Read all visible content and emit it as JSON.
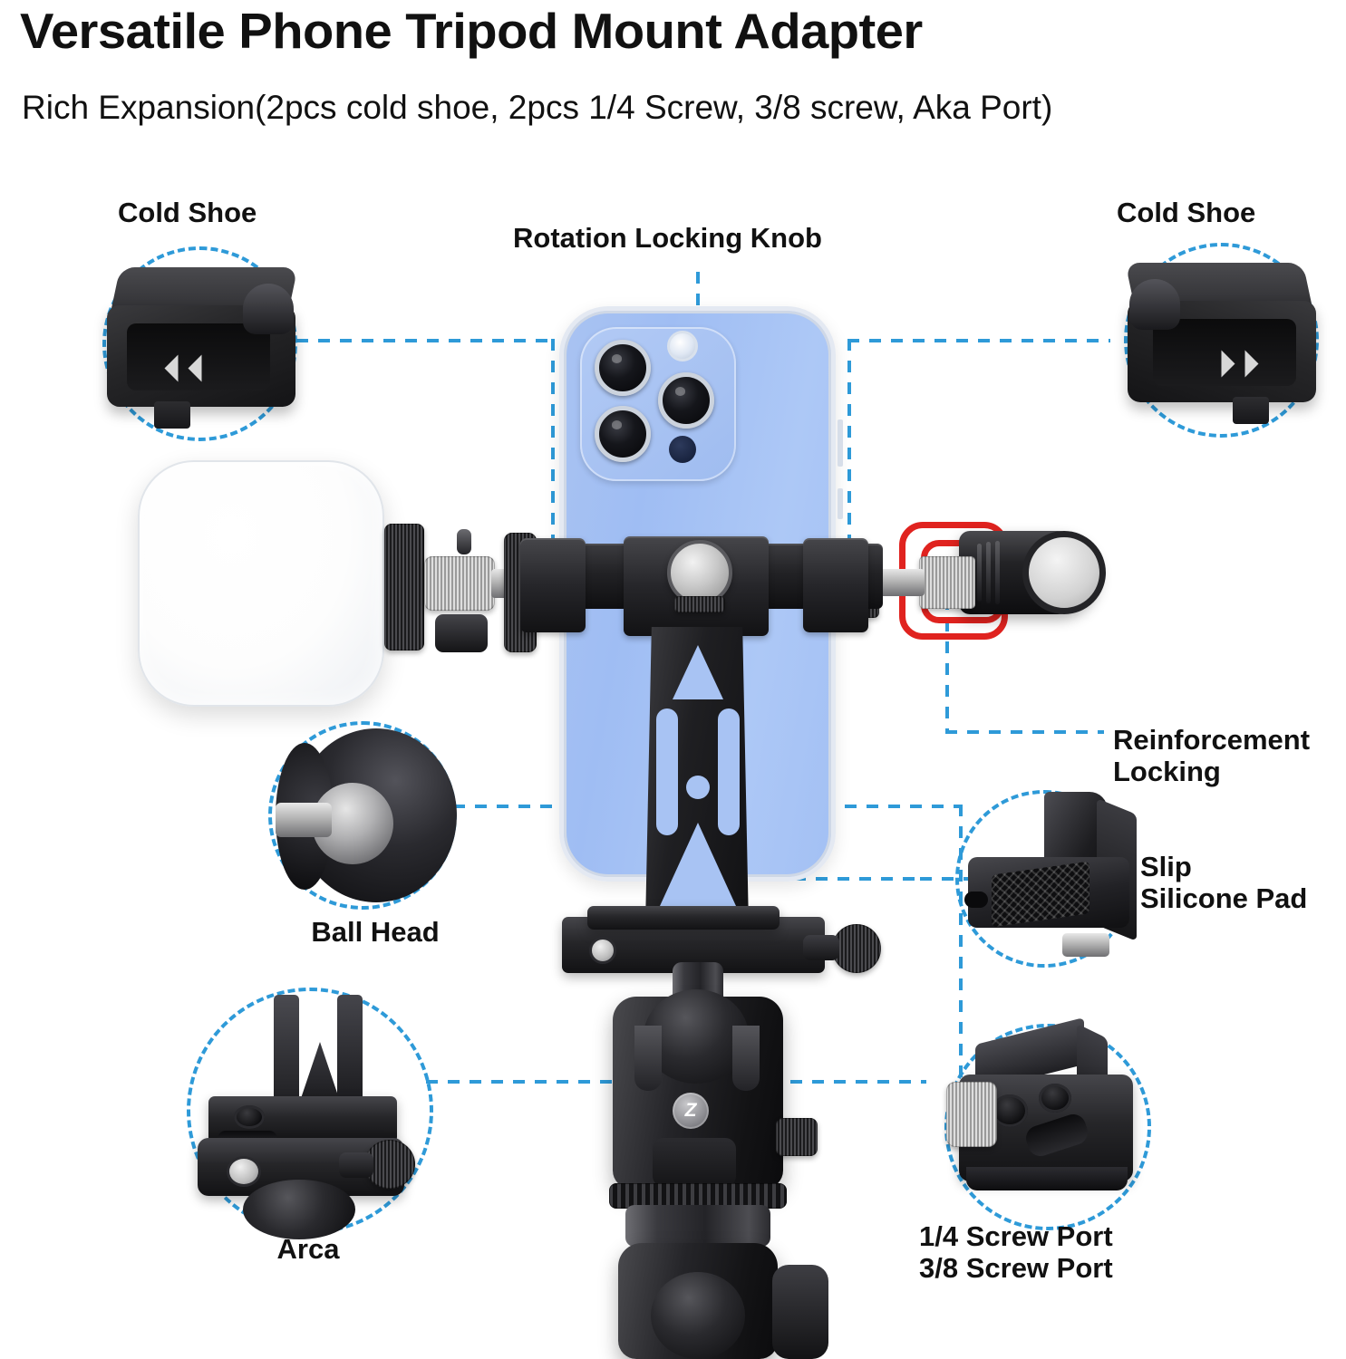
{
  "header": {
    "title": "Versatile Phone Tripod Mount Adapter",
    "subtitle": "Rich Expansion(2pcs cold shoe,  2pcs 1/4 Screw, 3/8 screw, Aka Port)"
  },
  "callouts": {
    "cold_shoe_left": "Cold Shoe",
    "rotation_knob": "Rotation Locking Knob",
    "cold_shoe_right": "Cold Shoe",
    "reinforcement_locking": "Reinforcement\nLocking",
    "slip_silicone_pad": "Slip\nSilicone Pad",
    "ball_head": "Ball Head",
    "arca": "Arca",
    "screw_ports": "1/4 Screw Port\n3/8 Screw Port"
  },
  "product": {
    "ball_head_logo": "Z"
  },
  "colors": {
    "accent_blue": "#2e9ad8",
    "dot_blue": "#1e9ae5",
    "phone_body": "#a9c3f2",
    "shock_mount_red": "#e0231f",
    "text": "#111111",
    "background": "#ffffff"
  }
}
